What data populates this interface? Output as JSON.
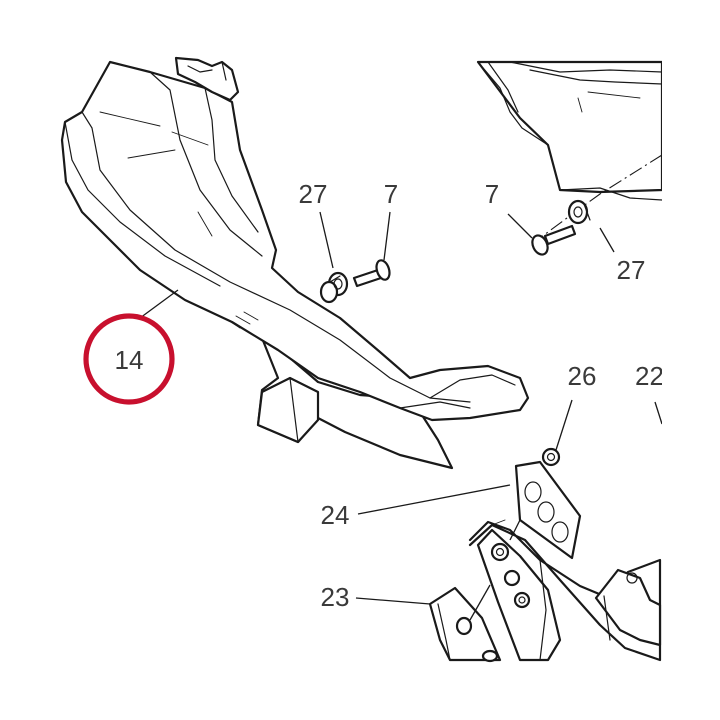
{
  "callouts": {
    "part_14": "14",
    "part_27_left": "27",
    "part_7_left": "7",
    "part_7_right": "7",
    "part_27_right": "27",
    "part_26": "26",
    "part_22": "22",
    "part_24": "24",
    "part_23": "23"
  },
  "colors": {
    "highlight": "#c8102e",
    "line": "#1a1a1a",
    "text": "#3a3a3a",
    "background": "#ffffff"
  },
  "highlighted_part": "14"
}
